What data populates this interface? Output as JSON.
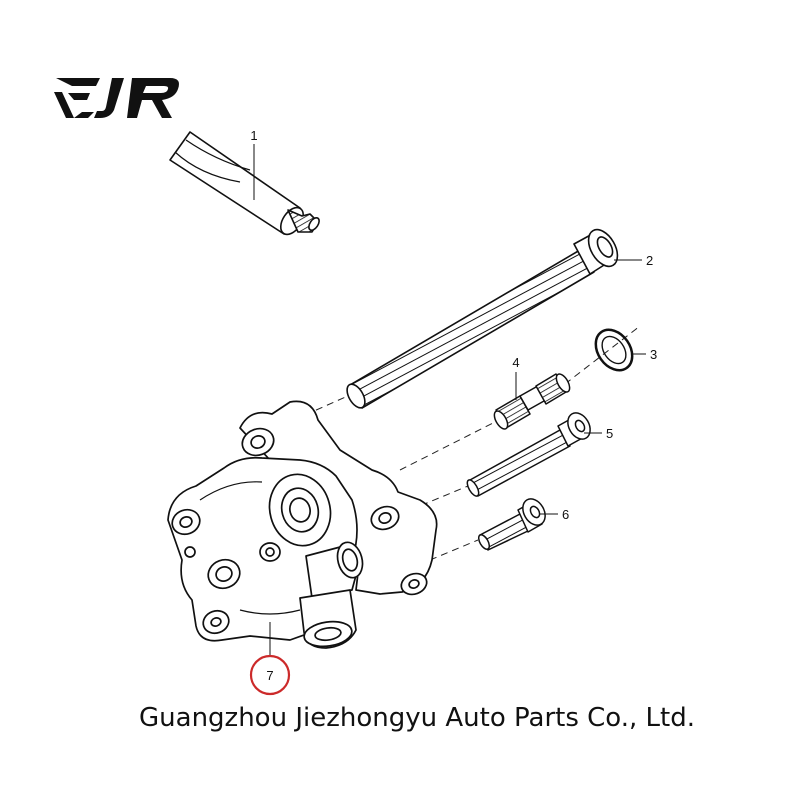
{
  "brand": {
    "logo_text": "EJR"
  },
  "callouts": [
    {
      "number": "1",
      "part": "sealant-tube"
    },
    {
      "number": "2",
      "part": "long-bolt"
    },
    {
      "number": "3",
      "part": "o-ring"
    },
    {
      "number": "4",
      "part": "drive-shaft"
    },
    {
      "number": "5",
      "part": "bolt-medium"
    },
    {
      "number": "6",
      "part": "bolt-short"
    },
    {
      "number": "7",
      "part": "oil-pump-assembly"
    }
  ],
  "highlight_color": "#cc2a2a",
  "caption": "Guangzhou Jiezhongyu Auto Parts Co., Ltd."
}
